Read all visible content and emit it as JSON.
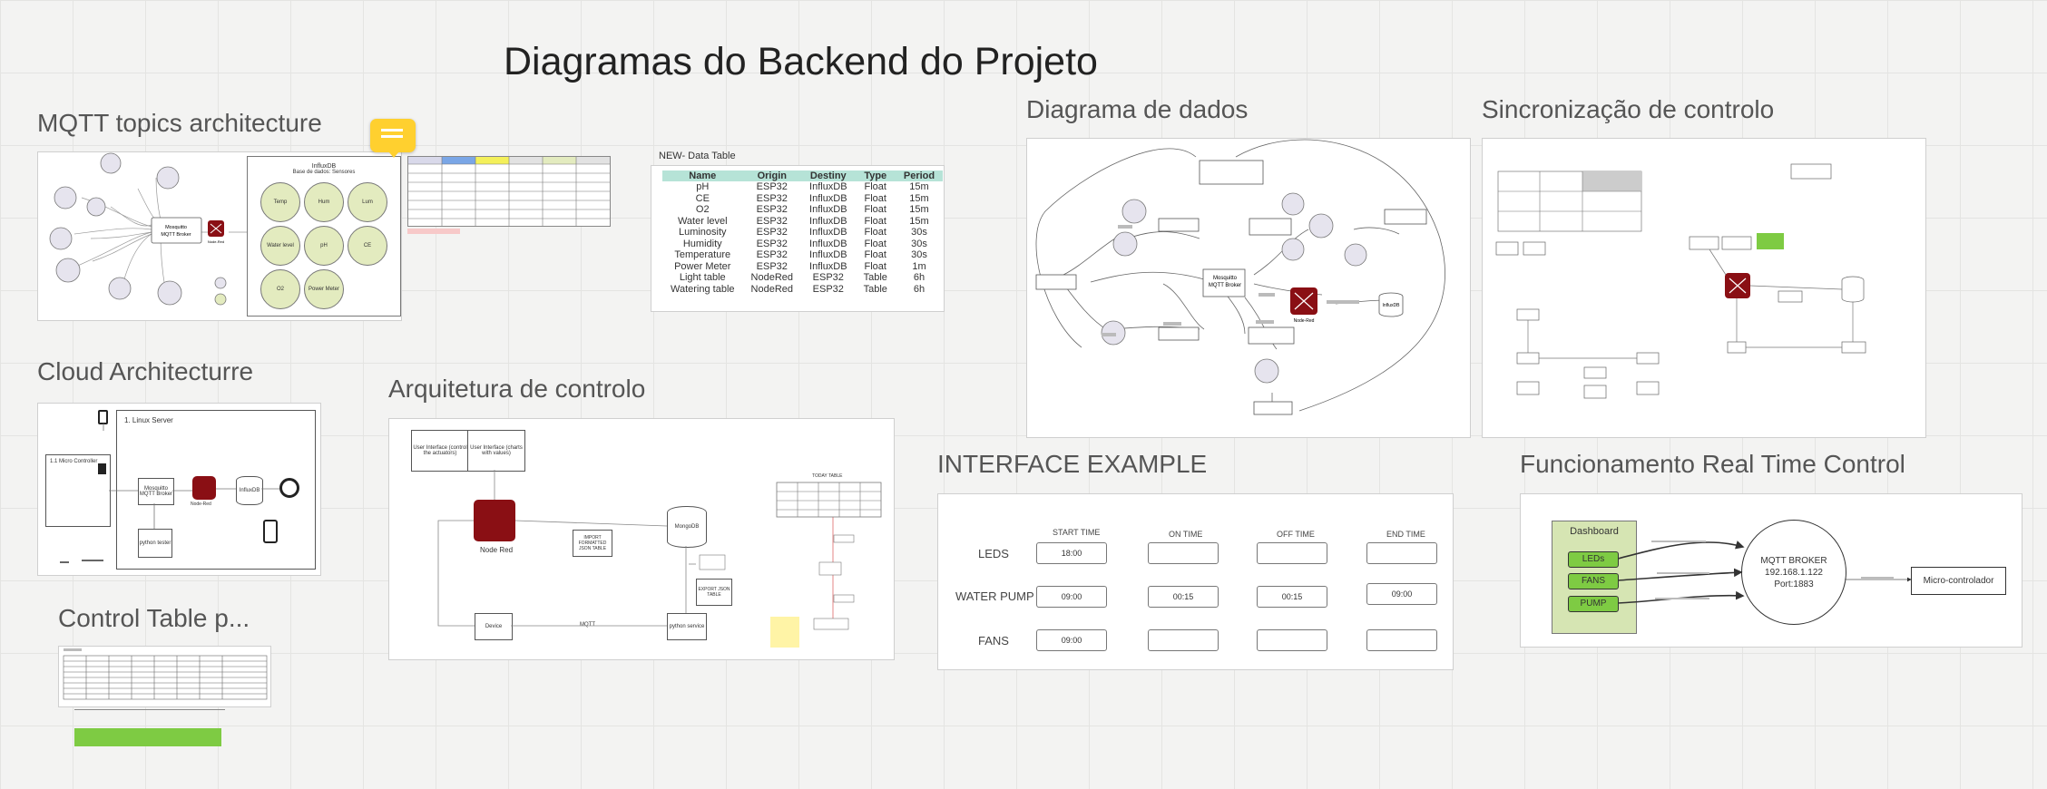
{
  "page": {
    "title": "Diagramas do Backend do Projeto"
  },
  "frames": {
    "mqtt": "MQTT topics architecture",
    "cloud": "Cloud Architecturre",
    "control_table": "Control Table p...",
    "arq_controlo": "Arquitetura de controlo",
    "dados": "Diagrama de dados",
    "sinc": "Sincronização de controlo",
    "interface": "INTERFACE EXAMPLE",
    "realtime": "Funcionamento Real Time Control"
  },
  "mqtt_arch": {
    "broker": "Mosquitto MQTT Broker",
    "influx_title": "InfluxDB",
    "influx_subtitle": "Base de dados: Sensores",
    "bubbles": [
      "Temp",
      "Hum",
      "Lum",
      "Water level",
      "pH",
      "CE",
      "O2",
      "Power Meter"
    ]
  },
  "data_table": {
    "caption": "NEW- Data Table",
    "headers": [
      "Name",
      "Origin",
      "Destiny",
      "Type",
      "Period"
    ],
    "rows": [
      [
        "pH",
        "ESP32",
        "InfluxDB",
        "Float",
        "15m"
      ],
      [
        "CE",
        "ESP32",
        "InfluxDB",
        "Float",
        "15m"
      ],
      [
        "O2",
        "ESP32",
        "InfluxDB",
        "Float",
        "15m"
      ],
      [
        "Water level",
        "ESP32",
        "InfluxDB",
        "Float",
        "15m"
      ],
      [
        "Luminosity",
        "ESP32",
        "InfluxDB",
        "Float",
        "30s"
      ],
      [
        "Humidity",
        "ESP32",
        "InfluxDB",
        "Float",
        "30s"
      ],
      [
        "Temperature",
        "ESP32",
        "InfluxDB",
        "Float",
        "30s"
      ],
      [
        "Power Meter",
        "ESP32",
        "InfluxDB",
        "Float",
        "1m"
      ],
      [
        "Light table",
        "NodeRed",
        "ESP32",
        "Table",
        "6h"
      ],
      [
        "Watering table",
        "NodeRed",
        "ESP32",
        "Table",
        "6h"
      ]
    ]
  },
  "cloud": {
    "server": "1. Linux Server",
    "controller": "1.1 Micro Controller",
    "broker": "Mosquitto MQTT Broker",
    "node_red": "Node-Red",
    "influx": "InfluxDB",
    "python": "python tester"
  },
  "arq": {
    "ui1": "User Interface (control the actuators)",
    "ui2": "User Interface (charts with values)",
    "node_red": "Node Red",
    "import": "IMPORT FORMATTED JSON TABLE",
    "mongo": "MongoDB",
    "export": "EXPORT JSON TABLE",
    "device": "Device",
    "mqtt": "MQTT",
    "python": "python service",
    "today": "TODAY TABLE"
  },
  "dados": {
    "nodered": "Node-Red",
    "broker": "Mosquitto MQTT Broker",
    "influx": "InfluxDB"
  },
  "interface": {
    "columns": [
      "START TIME",
      "ON TIME",
      "OFF TIME",
      "END TIME"
    ],
    "rows": [
      {
        "label": "LEDS",
        "values": [
          "18:00",
          "",
          "",
          ""
        ]
      },
      {
        "label": "WATER PUMP",
        "values": [
          "09:00",
          "00:15",
          "00:15",
          "09:00"
        ]
      },
      {
        "label": "FANS",
        "values": [
          "09:00",
          "",
          "",
          ""
        ]
      }
    ]
  },
  "realtime": {
    "dashboard": "Dashboard",
    "buttons": [
      "LEDs",
      "FANS",
      "PUMP"
    ],
    "broker": "MQTT BROKER",
    "ip": "192.168.1.122",
    "port": "Port:1883",
    "micro": "Micro-controlador"
  },
  "colors": {
    "accent_red": "#8a0f14",
    "bubble_green": "#e3ebbf",
    "dash_green": "#d6e5b3",
    "button_green": "#7ecb43",
    "table_header": "#b6e3d7",
    "sticky_yellow": "#fff4a6",
    "comment_yellow": "#ffd02f"
  }
}
